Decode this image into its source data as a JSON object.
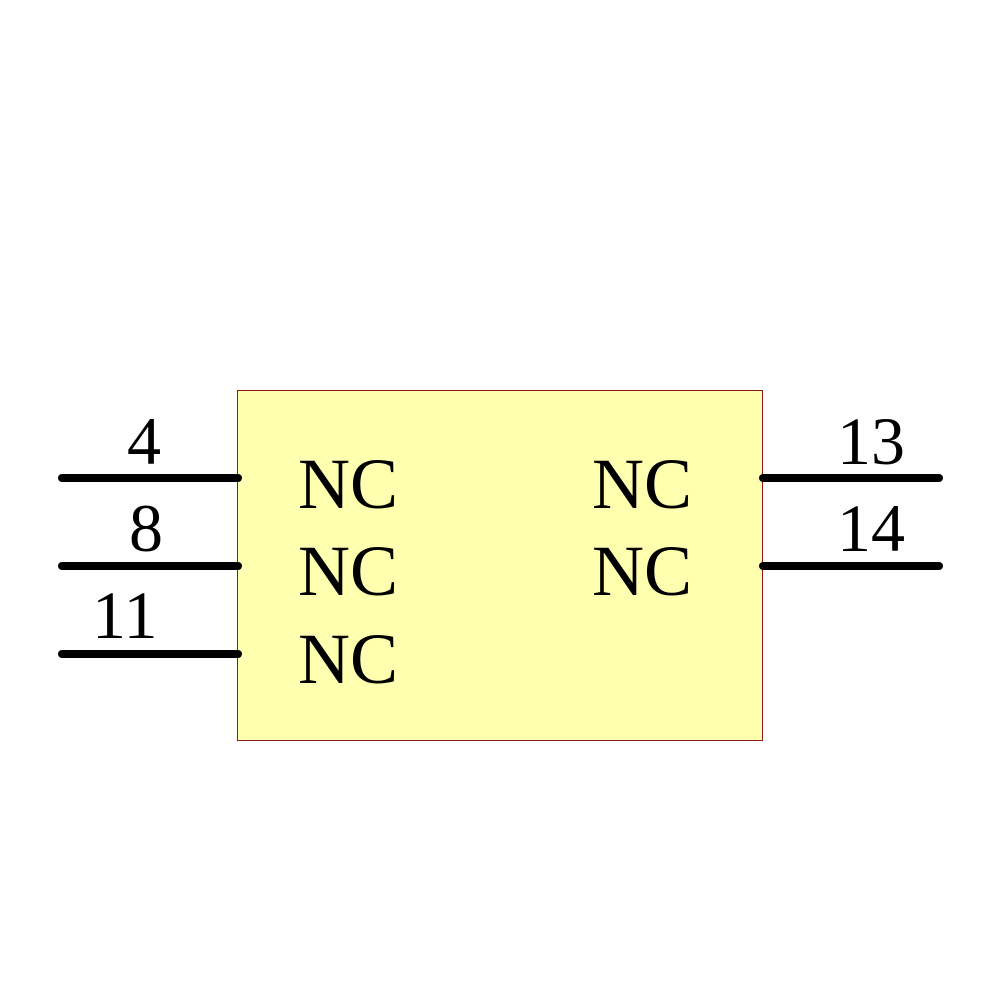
{
  "component": {
    "body_fill": "#FFFFB0",
    "body_border": "#8B1A1A",
    "left_pins": [
      {
        "number": "4",
        "label": "NC"
      },
      {
        "number": "8",
        "label": "NC"
      },
      {
        "number": "11",
        "label": "NC"
      }
    ],
    "right_pins": [
      {
        "number": "13",
        "label": "NC"
      },
      {
        "number": "14",
        "label": "NC"
      }
    ]
  }
}
